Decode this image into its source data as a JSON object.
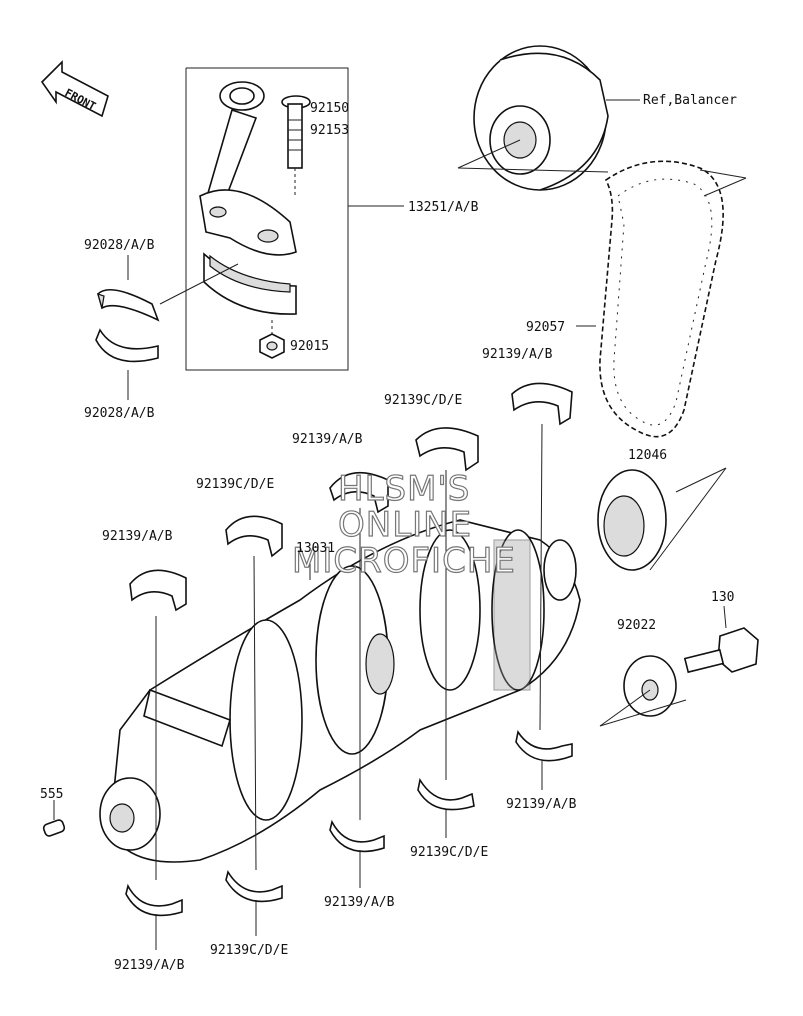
{
  "labels": {
    "front": "FRONT",
    "ref_balancer": "Ref,Balancer",
    "p92150": "92150",
    "p92153": "92153",
    "p13251": "13251/A/B",
    "p92028_top": "92028/A/B",
    "p92028_bot": "92028/A/B",
    "p92015": "92015",
    "p92057": "92057",
    "p92139ab_1": "92139/A/B",
    "p92139cde_1": "92139C/D/E",
    "p92139ab_2": "92139/A/B",
    "p92139cde_2": "92139C/D/E",
    "p92139ab_3": "92139/A/B",
    "p13031": "13031",
    "p12046": "12046",
    "p130": "130",
    "p92022": "92022",
    "p555": "555",
    "p92139ab_4": "92139/A/B",
    "p92139cde_3": "92139C/D/E",
    "p92139ab_5": "92139/A/B",
    "p92139cde_4": "92139C/D/E",
    "p92139ab_6": "92139/A/B"
  },
  "watermark": {
    "line1": "HLSM'S",
    "line2": "ONLINE",
    "line3": "MICROFICHE"
  }
}
